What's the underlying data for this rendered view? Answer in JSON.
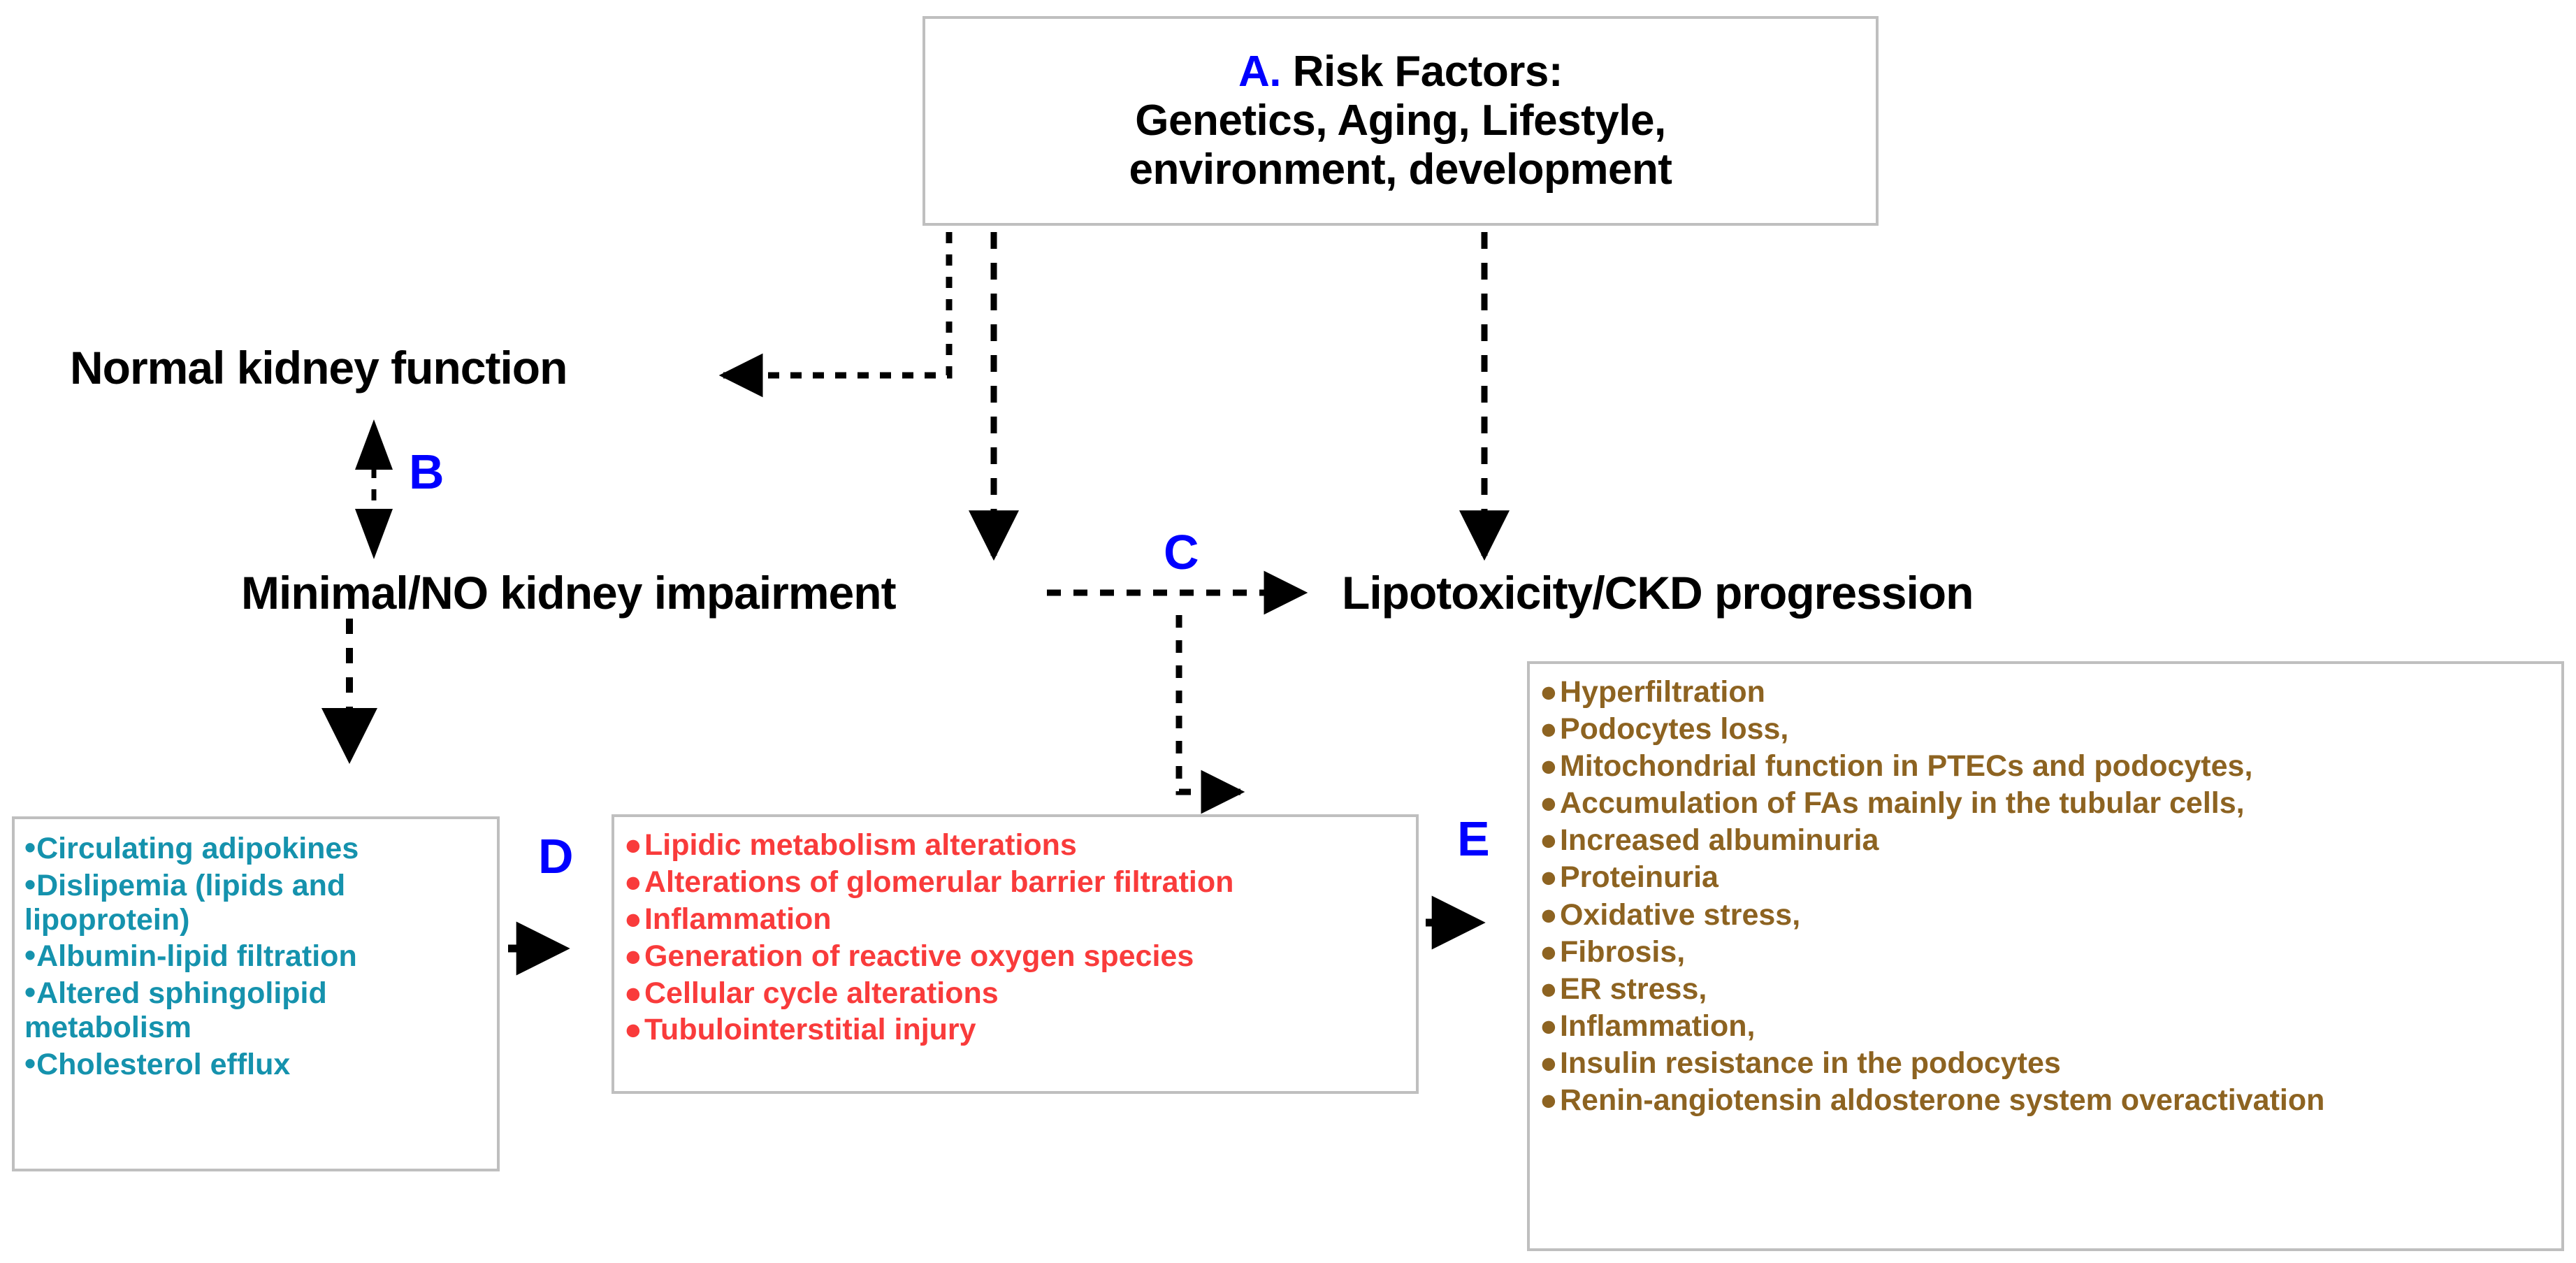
{
  "header": {
    "letter": "A.",
    "line1": " Risk Factors:",
    "line2": "Genetics, Aging, Lifestyle,",
    "line3": "environment, development"
  },
  "nodes": {
    "normal_kidney": "Normal kidney function",
    "minimal_impairment": "Minimal/NO kidney impairment",
    "lipotoxicity": "Lipotoxicity/CKD progression"
  },
  "step_letters": {
    "b": "B",
    "c": "C",
    "d": "D",
    "e": "E"
  },
  "colors": {
    "letter_blue": "#0000ff",
    "teal": "#1592ad",
    "red": "#f93b3b",
    "brown": "#8d6321",
    "box_border": "#bfbfbf",
    "text_black": "#000000"
  },
  "boxes": {
    "teal_box": {
      "items": [
        "Circulating adipokines",
        "Dislipemia (lipids and",
        "lipoprotein)",
        "Albumin-lipid filtration",
        "Altered sphingolipid",
        "metabolism",
        "Cholesterol efflux"
      ]
    },
    "red_box": {
      "items": [
        "Lipidic metabolism alterations",
        "Alterations of glomerular barrier filtration",
        "Inflammation",
        "Generation of reactive oxygen species",
        "Cellular cycle alterations",
        "Tubulointerstitial injury"
      ]
    },
    "brown_box": {
      "items": [
        "Hyperfiltration",
        "Podocytes loss,",
        "Mitochondrial function in PTECs and podocytes,",
        "Accumulation of FAs mainly in the tubular cells,",
        "Increased albuminuria",
        "Proteinuria",
        "Oxidative stress,",
        "Fibrosis,",
        "ER stress,",
        "Inflammation,",
        "Insulin resistance in the podocytes",
        "Renin-angiotensin aldosterone system overactivation"
      ]
    }
  },
  "connectors": [
    {
      "name": "risk-to-normal-kidney",
      "style": "dashed",
      "arrow": "left"
    },
    {
      "name": "risk-to-minimal-impairment",
      "style": "dashed",
      "arrow": "down"
    },
    {
      "name": "risk-to-lipotoxicity",
      "style": "dashed",
      "arrow": "down"
    },
    {
      "name": "normal-minimal-bidirectional",
      "style": "dashed",
      "arrow": "both"
    },
    {
      "name": "minimal-to-lipotoxicity",
      "style": "dashed",
      "arrow": "right"
    },
    {
      "name": "minimal-to-teal-box",
      "style": "dashed",
      "arrow": "down"
    },
    {
      "name": "c-branch-to-red-box",
      "style": "dashed",
      "arrow": "right"
    },
    {
      "name": "teal-to-red-box",
      "style": "dashed",
      "arrow": "right"
    },
    {
      "name": "red-to-brown-box",
      "style": "dashed",
      "arrow": "right"
    }
  ]
}
